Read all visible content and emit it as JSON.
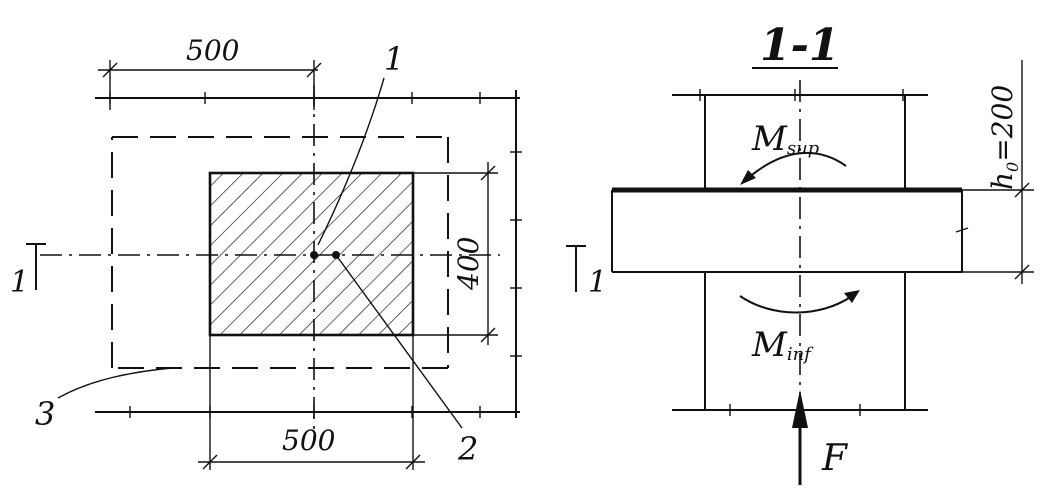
{
  "plan": {
    "dim_top": "500",
    "dim_bottom": "500",
    "dim_right": "400",
    "label_1": "1",
    "label_2": "2",
    "label_3": "3",
    "section_mark": "1"
  },
  "section": {
    "title": "1-1",
    "moment_top": "M",
    "moment_top_sub": "sup",
    "moment_bottom": "M",
    "moment_bottom_sub": "inf",
    "h0_symbol": "h",
    "h0_sub": "0",
    "h0_value": "=200",
    "force": "F",
    "section_mark": "1"
  }
}
